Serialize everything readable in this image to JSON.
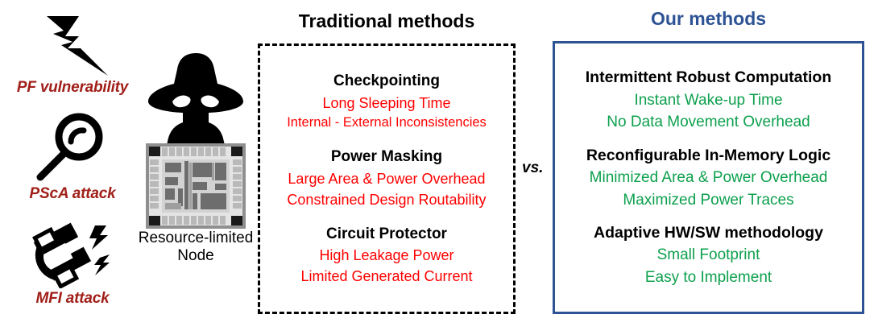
{
  "threats": [
    {
      "icon": "lightning-bolt-icon",
      "label": "PF vulnerability"
    },
    {
      "icon": "magnifier-icon",
      "label": "PScA attack"
    },
    {
      "icon": "magnet-icon",
      "label": "MFI attack"
    }
  ],
  "node": {
    "hacker_icon": "hacker-silhouette-icon",
    "chip_icon": "chip-die-icon",
    "label_line1": "Resource-limited",
    "label_line2": "Node"
  },
  "vs_label": "vs.",
  "traditional": {
    "title": "Traditional methods",
    "groups": [
      {
        "heading": "Checkpointing",
        "items": [
          "Long Sleeping Time",
          "Internal - External Inconsistencies"
        ]
      },
      {
        "heading": "Power Masking",
        "items": [
          "Large Area & Power Overhead",
          "Constrained Design Routability"
        ]
      },
      {
        "heading": "Circuit Protector",
        "items": [
          "High Leakage Power",
          "Limited Generated Current"
        ]
      }
    ]
  },
  "our": {
    "title": "Our methods",
    "groups": [
      {
        "heading": "Intermittent Robust Computation",
        "items": [
          "Instant Wake-up Time",
          "No Data Movement Overhead"
        ]
      },
      {
        "heading": "Reconfigurable In-Memory Logic",
        "items": [
          "Minimized Area & Power Overhead",
          "Maximized Power Traces"
        ]
      },
      {
        "heading": "Adaptive HW/SW methodology",
        "items": [
          "Small Footprint",
          "Easy to Implement"
        ]
      }
    ]
  },
  "colors": {
    "threat_red": "#a01f19",
    "drawback_red": "#ff0000",
    "benefit_green": "#0da04d",
    "our_blue": "#2e5395",
    "black": "#000000"
  }
}
